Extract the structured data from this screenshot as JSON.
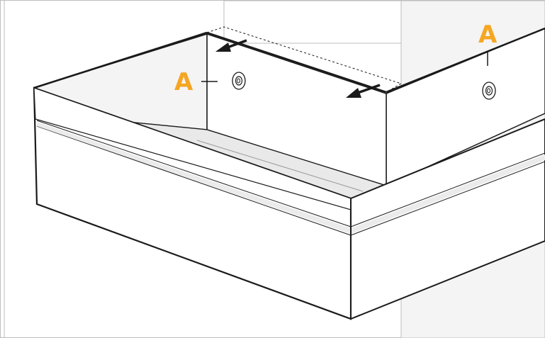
{
  "illustration": {
    "callouts": [
      {
        "id": "left",
        "letter": "A"
      },
      {
        "id": "right",
        "letter": "A"
      }
    ],
    "colors": {
      "label": "#f5a623",
      "line": "#1a1a1a",
      "face_light": "#ffffff",
      "face_shade": "#f4f4f4",
      "face_mid": "#ebebeb",
      "trough_floor": "#e9e9e9",
      "background": "#ffffff"
    },
    "icons": [
      "screw-hole-icon",
      "arrow-icon"
    ]
  }
}
